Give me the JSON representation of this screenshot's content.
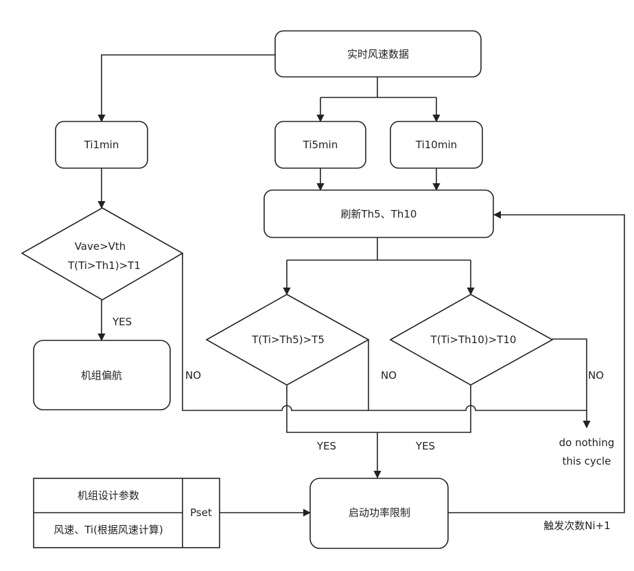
{
  "nodes": {
    "realtime": "实时风速数据",
    "ti1": "Ti1min",
    "ti5": "Ti5min",
    "ti10": "Ti10min",
    "refresh": "刷新Th5、Th10",
    "cond1_line1": "Vave>Vth",
    "cond1_line2": "T(Ti>Th1)>T1",
    "cond5": "T(Ti>Th5)>T5",
    "cond10": "T(Ti>Th10)>T10",
    "yaw": "机组偏航",
    "limit": "启动功率限制",
    "design_title": "机组设计参数",
    "design_body": "风速、Ti(根据风速计算)",
    "pset": "Pset",
    "nothing_line1": "do nothing",
    "nothing_line2": "this cycle"
  },
  "labels": {
    "yes": "YES",
    "no": "NO",
    "count": "触发次数Ni+1"
  }
}
